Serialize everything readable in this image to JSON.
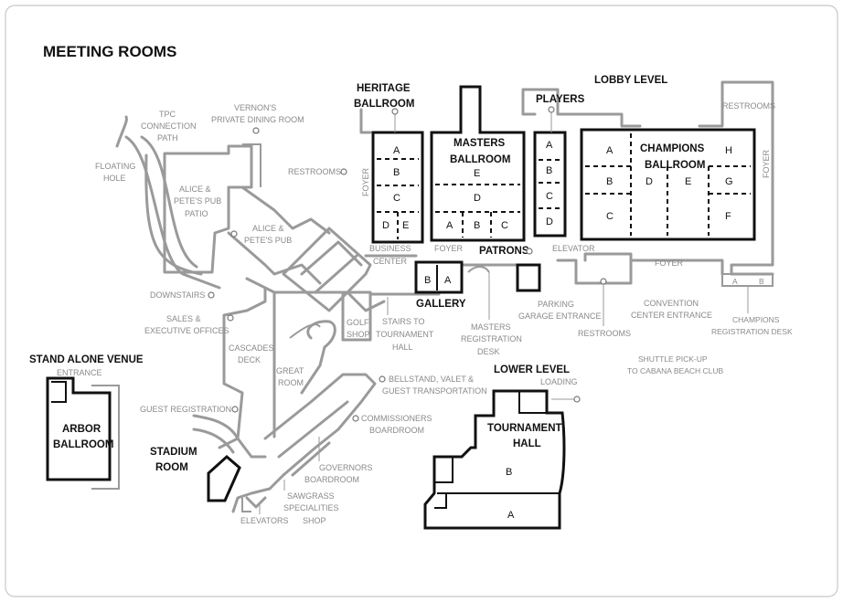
{
  "title": "MEETING ROOMS",
  "levels": {
    "lobby": "LOBBY LEVEL",
    "lower": "LOWER LEVEL"
  },
  "ballrooms": {
    "heritage": {
      "name": "HERITAGE\nBALLROOM",
      "sections": [
        "A",
        "B",
        "C",
        "D",
        "E"
      ]
    },
    "masters": {
      "name": "MASTERS\nBALLROOM",
      "sections": [
        "E",
        "D",
        "A",
        "B",
        "C"
      ]
    },
    "players": {
      "name": "PLAYERS",
      "sections": [
        "A",
        "B",
        "C",
        "D"
      ]
    },
    "champions": {
      "name": "CHAMPIONS\nBALLROOM",
      "sections": [
        "A",
        "B",
        "C",
        "D",
        "E",
        "H",
        "G",
        "F"
      ]
    },
    "gallery": {
      "name": "GALLERY",
      "sections": [
        "B",
        "A"
      ]
    },
    "patrons": {
      "name": "PATRONS"
    },
    "stadium": {
      "name": "STADIUM\nROOM"
    },
    "arbor": {
      "name": "ARBOR\nBALLROOM"
    },
    "tournament": {
      "name": "TOURNAMENT\nHALL",
      "sections": [
        "B",
        "A"
      ]
    },
    "standalone": {
      "name": "STAND ALONE VENUE"
    }
  },
  "labels": {
    "tpc": "TPC\nCONNECTION\nPATH",
    "vernons": "VERNON'S\nPRIVATE DINING ROOM",
    "floating": "FLOATING\nHOLE",
    "patio": "ALICE &\nPETE'S PUB\nPATIO",
    "pub": "ALICE &\nPETE'S PUB",
    "restrooms_left": "RESTROOMS",
    "restrooms_right": "RESTROOMS",
    "restrooms_bottom": "RESTROOMS",
    "foyer_left": "FOYER",
    "foyer_masters": "FOYER",
    "foyer_right": "FOYER",
    "foyer_champions": "FOYER",
    "business": "BUSINESS\nCENTER",
    "elevator": "ELEVATOR",
    "downstairs": "DOWNSTAIRS",
    "sales": "SALES &\nEXECUTIVE OFFICES",
    "cascades": "CASCADES\nDECK",
    "golf": "GOLF\nSHOP",
    "stairs": "STAIRS TO\nTOURNAMENT\nHALL",
    "masters_reg": "MASTERS\nREGISTRATION\nDESK",
    "parking": "PARKING\nGARAGE ENTRANCE",
    "convention": "CONVENTION\nCENTER ENTRANCE",
    "champions_reg": "CHAMPIONS\nREGISTRATION DESK",
    "shuttle": "SHUTTLE PICK-UP\nTO CABANA BEACH CLUB",
    "great_room": "GREAT\nROOM",
    "guest_reg": "GUEST REGISTRATION",
    "bellstand": "BELLSTAND, VALET &\nGUEST TRANSPORTATION",
    "commissioners": "COMMISSIONERS\nBOARDROOM",
    "governors": "GOVERNORS\nBOARDROOM",
    "sawgrass": "SAWGRASS\nSPECIALITIES\nSHOP",
    "elevators": "ELEVATORS",
    "entrance": "ENTRANCE",
    "loading": "LOADING",
    "champ_ab_a": "A",
    "champ_ab_b": "B"
  }
}
